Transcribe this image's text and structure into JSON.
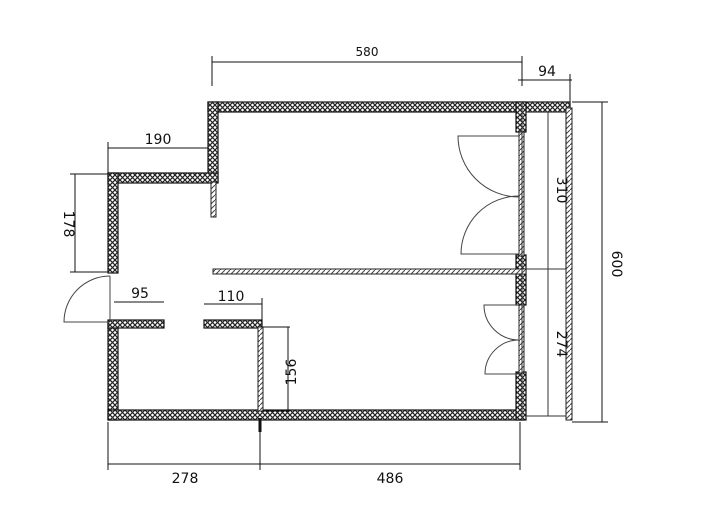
{
  "dimensions": {
    "top_width": "580",
    "balcony_width": "94",
    "upper_left_width": "190",
    "left_height": "178",
    "door_gap_left": "95",
    "door_gap_right": "110",
    "partition_height": "156",
    "upper_room_height": "310",
    "lower_room_height": "274",
    "total_height": "600",
    "bottom_left_width": "278",
    "bottom_right_width": "486"
  }
}
